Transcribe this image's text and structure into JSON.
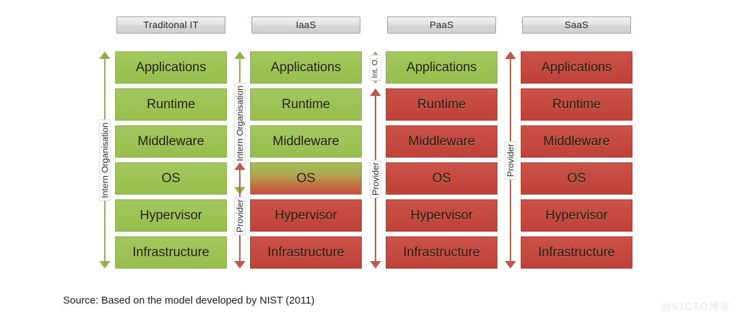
{
  "caption": "Source: Based on the model developed by NIST (2011)",
  "watermark": "@51CTO博客",
  "colors": {
    "customer_green": "#9CC254",
    "provider_red": "#C4493F",
    "shared_gradient_top": "#9DC357",
    "shared_gradient_bottom": "#C75048",
    "header_pill": "#D9D9D9"
  },
  "layer_names": [
    "Applications",
    "Runtime",
    "Middleware",
    "OS",
    "Hypervisor",
    "Infrastructure"
  ],
  "columns": [
    {
      "id": "traditional-it",
      "header": "Traditonal IT",
      "layers": [
        {
          "label": "Applications",
          "owner": "customer"
        },
        {
          "label": "Runtime",
          "owner": "customer"
        },
        {
          "label": "Middleware",
          "owner": "customer"
        },
        {
          "label": "OS",
          "owner": "customer"
        },
        {
          "label": "Hypervisor",
          "owner": "customer"
        },
        {
          "label": "Infrastructure",
          "owner": "customer"
        }
      ],
      "arrows": [
        {
          "label": "Intern Organisation",
          "color": "green",
          "from_layer": 0,
          "to_layer": 5,
          "size": "normal"
        }
      ]
    },
    {
      "id": "iaas",
      "header": "IaaS",
      "layers": [
        {
          "label": "Applications",
          "owner": "customer"
        },
        {
          "label": "Runtime",
          "owner": "customer"
        },
        {
          "label": "Middleware",
          "owner": "customer"
        },
        {
          "label": "OS",
          "owner": "shared"
        },
        {
          "label": "Hypervisor",
          "owner": "provider"
        },
        {
          "label": "Infrastructure",
          "owner": "provider"
        }
      ],
      "arrows": [
        {
          "label": "Intern Organisation",
          "color": "green",
          "from_layer": 0,
          "to_layer": 3,
          "size": "normal"
        },
        {
          "label": "Provider",
          "color": "red",
          "from_layer": 3,
          "to_layer": 5,
          "size": "normal"
        }
      ]
    },
    {
      "id": "paas",
      "header": "PaaS",
      "layers": [
        {
          "label": "Applications",
          "owner": "customer"
        },
        {
          "label": "Runtime",
          "owner": "provider"
        },
        {
          "label": "Middleware",
          "owner": "provider"
        },
        {
          "label": "OS",
          "owner": "provider"
        },
        {
          "label": "Hypervisor",
          "owner": "provider"
        },
        {
          "label": "Infrastructure",
          "owner": "provider"
        }
      ],
      "arrows": [
        {
          "label": "Int. O.",
          "color": "green",
          "from_layer": 0,
          "to_layer": 0,
          "size": "small"
        },
        {
          "label": "Provider",
          "color": "red",
          "from_layer": 1,
          "to_layer": 5,
          "size": "normal"
        }
      ]
    },
    {
      "id": "saas",
      "header": "SaaS",
      "layers": [
        {
          "label": "Applications",
          "owner": "provider"
        },
        {
          "label": "Runtime",
          "owner": "provider"
        },
        {
          "label": "Middleware",
          "owner": "provider"
        },
        {
          "label": "OS",
          "owner": "provider"
        },
        {
          "label": "Hypervisor",
          "owner": "provider"
        },
        {
          "label": "Infrastructure",
          "owner": "provider"
        }
      ],
      "arrows": [
        {
          "label": "Provider",
          "color": "red",
          "from_layer": 0,
          "to_layer": 5,
          "size": "normal"
        }
      ]
    }
  ]
}
